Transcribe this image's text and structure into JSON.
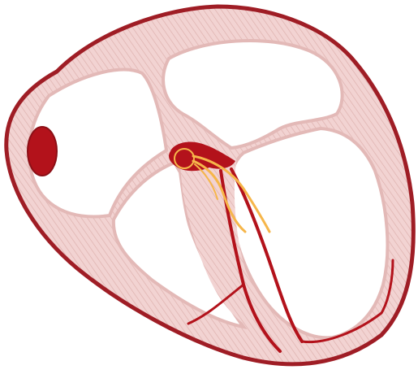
{
  "diagram": {
    "subject": "heart-cross-section-conduction-system",
    "labels": [],
    "colors": {
      "outline": "#9f1d25",
      "wall": "#f2d3d2",
      "hatch": "#dcaeab",
      "chamber": "#ffffff",
      "node": "#b3121b",
      "pathway_fill": "#f6b64a",
      "pathway_dark": "#b3121b"
    },
    "structures": [
      "outer-heart-wall",
      "left-atrium",
      "right-atrium",
      "left-ventricle",
      "right-ventricle",
      "interventricular-septum",
      "sinoatrial-node",
      "atrioventricular-node",
      "bundle-of-his",
      "left-bundle-branch",
      "right-bundle-branch",
      "purkinje-fibers"
    ]
  }
}
